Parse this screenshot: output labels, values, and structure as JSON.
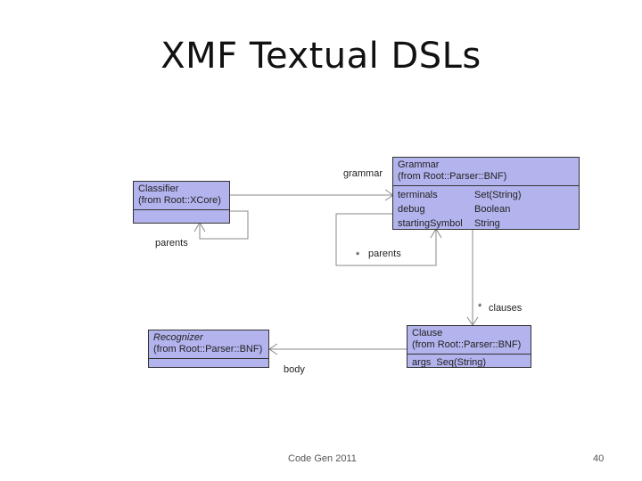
{
  "slide": {
    "title": "XMF Textual DSLs",
    "footer": "Code Gen 2011",
    "page_number": "40"
  },
  "diagram": {
    "classes": {
      "classifier": {
        "name": "Classifier",
        "from": "(from Root::XCore)"
      },
      "grammar": {
        "name": "Grammar",
        "from": "(from Root::Parser::BNF)",
        "attributes": [
          {
            "name": "terminals",
            "type": "Set(String)"
          },
          {
            "name": "debug",
            "type": "Boolean"
          },
          {
            "name": "startingSymbol",
            "type": "String"
          }
        ]
      },
      "recognizer": {
        "name": "Recognizer",
        "from": "(from Root::Parser::BNF)"
      },
      "clause": {
        "name": "Clause",
        "from": "(from Root::Parser::BNF)",
        "attributes": [
          {
            "name": "args",
            "type": "Seq(String)"
          }
        ]
      }
    },
    "labels": {
      "grammar": "grammar",
      "classifier_parents": "parents",
      "grammar_parents_mult": "*",
      "grammar_parents": "parents",
      "clauses_mult": "*",
      "clauses": "clauses",
      "body": "body"
    },
    "colors": {
      "class_fill": "#b3b3ee",
      "line": "#888888"
    }
  }
}
